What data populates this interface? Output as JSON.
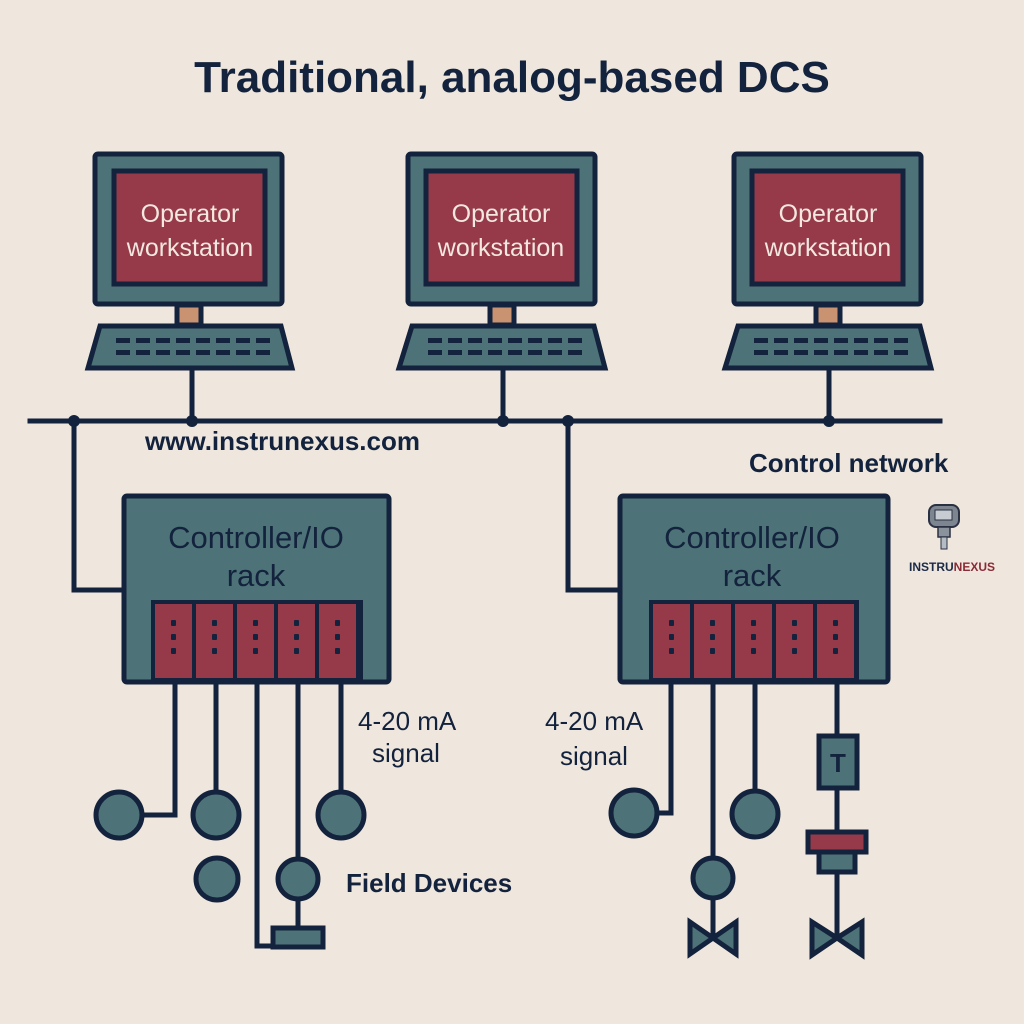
{
  "title": "Traditional, analog-based DCS",
  "workstations": [
    {
      "line1": "Operator",
      "line2": "workstation"
    },
    {
      "line1": "Operator",
      "line2": "workstation"
    },
    {
      "line1": "Operator",
      "line2": "workstation"
    }
  ],
  "website": "www.instrunexus.com",
  "network_label": "Control network",
  "racks": [
    {
      "line1": "Controller/IO",
      "line2": "rack",
      "io_cards": 5
    },
    {
      "line1": "Controller/IO",
      "line2": "rack",
      "io_cards": 5
    }
  ],
  "signal_labels": [
    {
      "line1": "4-20 mA",
      "line2": "signal"
    },
    {
      "line1": "4-20 mA",
      "line2": "signal"
    }
  ],
  "field_devices_label": "Field Devices",
  "transmitter_label": "T",
  "logo": {
    "part1": "INSTRU",
    "part2": "NEXUS",
    "display": "LCD"
  },
  "colors": {
    "background": "#efe7dd",
    "ink": "#13223d",
    "teal": "#4d7378",
    "red": "#963a49",
    "tan": "#c99270"
  }
}
